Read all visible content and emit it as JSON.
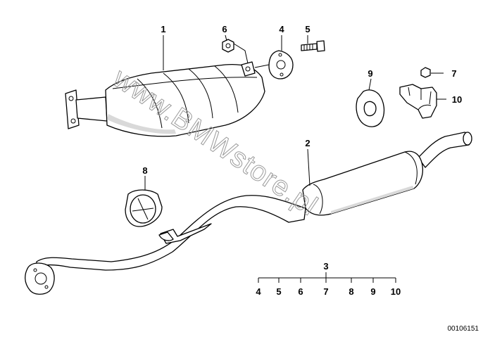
{
  "diagram": {
    "callouts": {
      "c1": "1",
      "c2": "2",
      "c3": "3",
      "c4": "4",
      "c5": "5",
      "c6": "6",
      "c7": "7",
      "c8": "8",
      "c9": "9",
      "c10": "10"
    },
    "set_components": [
      "4",
      "5",
      "6",
      "7",
      "8",
      "9",
      "10"
    ],
    "watermark": "www.BMWstore.pl",
    "document_number": "00106151"
  }
}
